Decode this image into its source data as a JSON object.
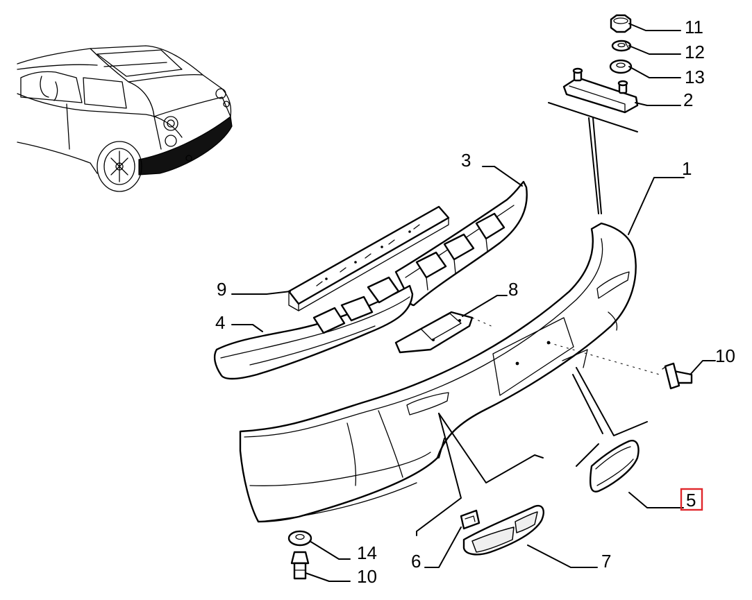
{
  "callouts": [
    {
      "id": "1",
      "label": "1"
    },
    {
      "id": "2",
      "label": "2"
    },
    {
      "id": "3",
      "label": "3"
    },
    {
      "id": "4",
      "label": "4"
    },
    {
      "id": "5",
      "label": "5",
      "highlight_color": "#e0262b"
    },
    {
      "id": "6",
      "label": "6"
    },
    {
      "id": "7",
      "label": "7"
    },
    {
      "id": "8",
      "label": "8"
    },
    {
      "id": "9",
      "label": "9"
    },
    {
      "id": "10a",
      "label": "10"
    },
    {
      "id": "10b",
      "label": "10"
    },
    {
      "id": "11",
      "label": "11"
    },
    {
      "id": "12",
      "label": "12"
    },
    {
      "id": "13",
      "label": "13"
    },
    {
      "id": "14",
      "label": "14"
    }
  ],
  "colors": {
    "line": "#000000",
    "background": "#ffffff",
    "highlight": "#e0262b"
  }
}
